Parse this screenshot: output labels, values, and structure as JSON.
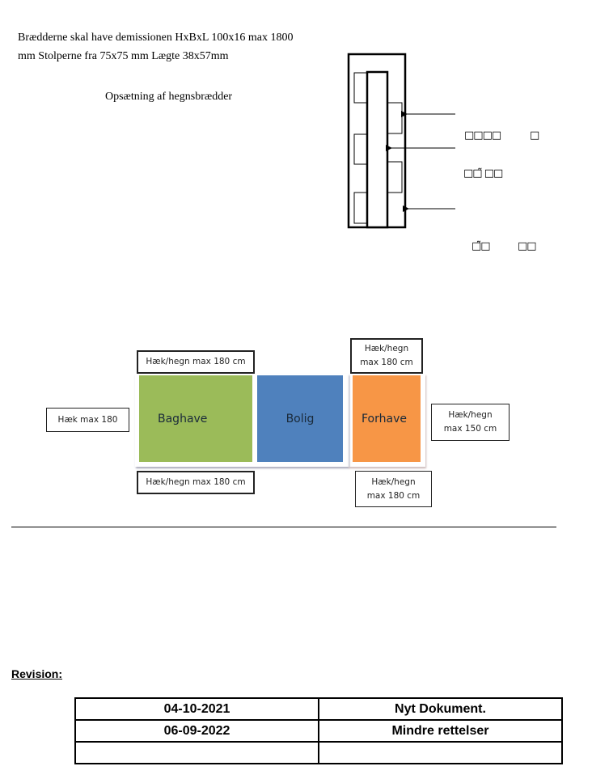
{
  "intro": {
    "line1": "Brædderne skal have demissionen HxBxL 100x16 max 1800",
    "line2": "mm Stolperne fra 75x75 mm Lægte 38x57mm",
    "subtitle": "Opsætning af hegnsbrædder"
  },
  "fence_labels": {
    "label1a": "□□□□",
    "label1b": "□",
    "label2": "□□̃ □□",
    "label3a": "□̃□",
    "label3b": "□□"
  },
  "plan": {
    "zones": [
      {
        "name": "Baghave",
        "color": "#9bbb59"
      },
      {
        "name": "Bolig",
        "color": "#4f81bd"
      },
      {
        "name": "Forhave",
        "color": "#f79646"
      }
    ],
    "labels": {
      "top_left": "Hæk/hegn max 180 cm",
      "top_right_1": "Hæk/hegn",
      "top_right_2": "max 180 cm",
      "left": "Hæk max 180",
      "right_1": "Hæk/hegn",
      "right_2": "max 150 cm",
      "bottom_left": "Hæk/hegn max 180 cm",
      "bottom_right_1": "Hæk/hegn",
      "bottom_right_2": "max 180 cm"
    }
  },
  "revision": {
    "title": "Revision:",
    "rows": [
      [
        "04-10-2021",
        "Nyt Dokument."
      ],
      [
        "06-09-2022",
        "Mindre rettelser"
      ],
      [
        "",
        ""
      ]
    ]
  }
}
